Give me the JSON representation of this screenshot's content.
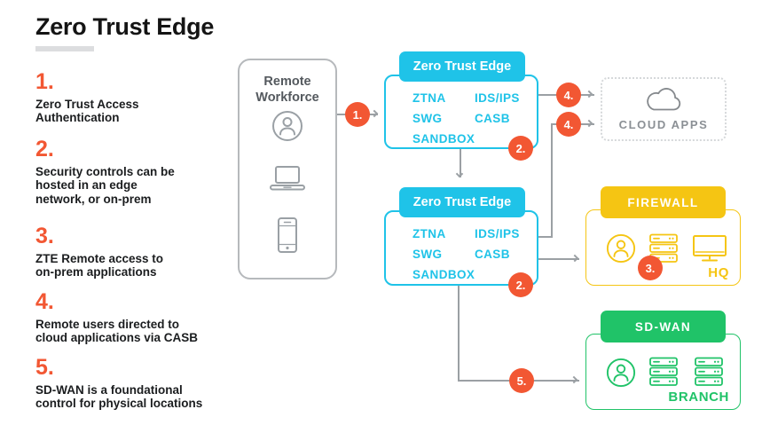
{
  "title": "Zero Trust Edge",
  "colors": {
    "accent_orange": "#F25733",
    "cyan": "#1FC3E8",
    "yellow": "#F5C513",
    "green": "#20C368",
    "line_gray": "#9BA0A4",
    "text_dark": "#1b1d1f",
    "muted_gray": "#8B9095"
  },
  "legend": [
    {
      "number": "1.",
      "text": "Zero Trust Access\nAuthentication"
    },
    {
      "number": "2.",
      "text": "Security controls can be\nhosted in an edge\nnetwork, or on-prem"
    },
    {
      "number": "3.",
      "text": "ZTE Remote access to\non-prem applications"
    },
    {
      "number": "4.",
      "text": "Remote users directed to\ncloud applications via CASB"
    },
    {
      "number": "5.",
      "text": "SD-WAN is a foundational\ncontrol for physical locations"
    }
  ],
  "remote_workforce": {
    "title": "Remote Workforce",
    "icons": [
      "user-icon",
      "laptop-icon",
      "smartphone-icon"
    ]
  },
  "zte_box": {
    "header": "Zero Trust Edge",
    "services_left": [
      "ZTNA",
      "SWG",
      "SANDBOX"
    ],
    "services_right": [
      "IDS/IPS",
      "CASB"
    ]
  },
  "cloud_apps": {
    "label": "CLOUD APPS",
    "icon": "cloud-icon"
  },
  "firewall": {
    "header": "FIREWALL",
    "location": "HQ",
    "icons": [
      "user-icon",
      "server-icon",
      "monitor-icon"
    ]
  },
  "sdwan": {
    "header": "SD-WAN",
    "location": "BRANCH",
    "icons": [
      "user-icon",
      "server-icon",
      "server-icon"
    ]
  },
  "flow_badges": {
    "step1": "1.",
    "step2": "2.",
    "step3": "3.",
    "step4": "4.",
    "step5": "5."
  }
}
